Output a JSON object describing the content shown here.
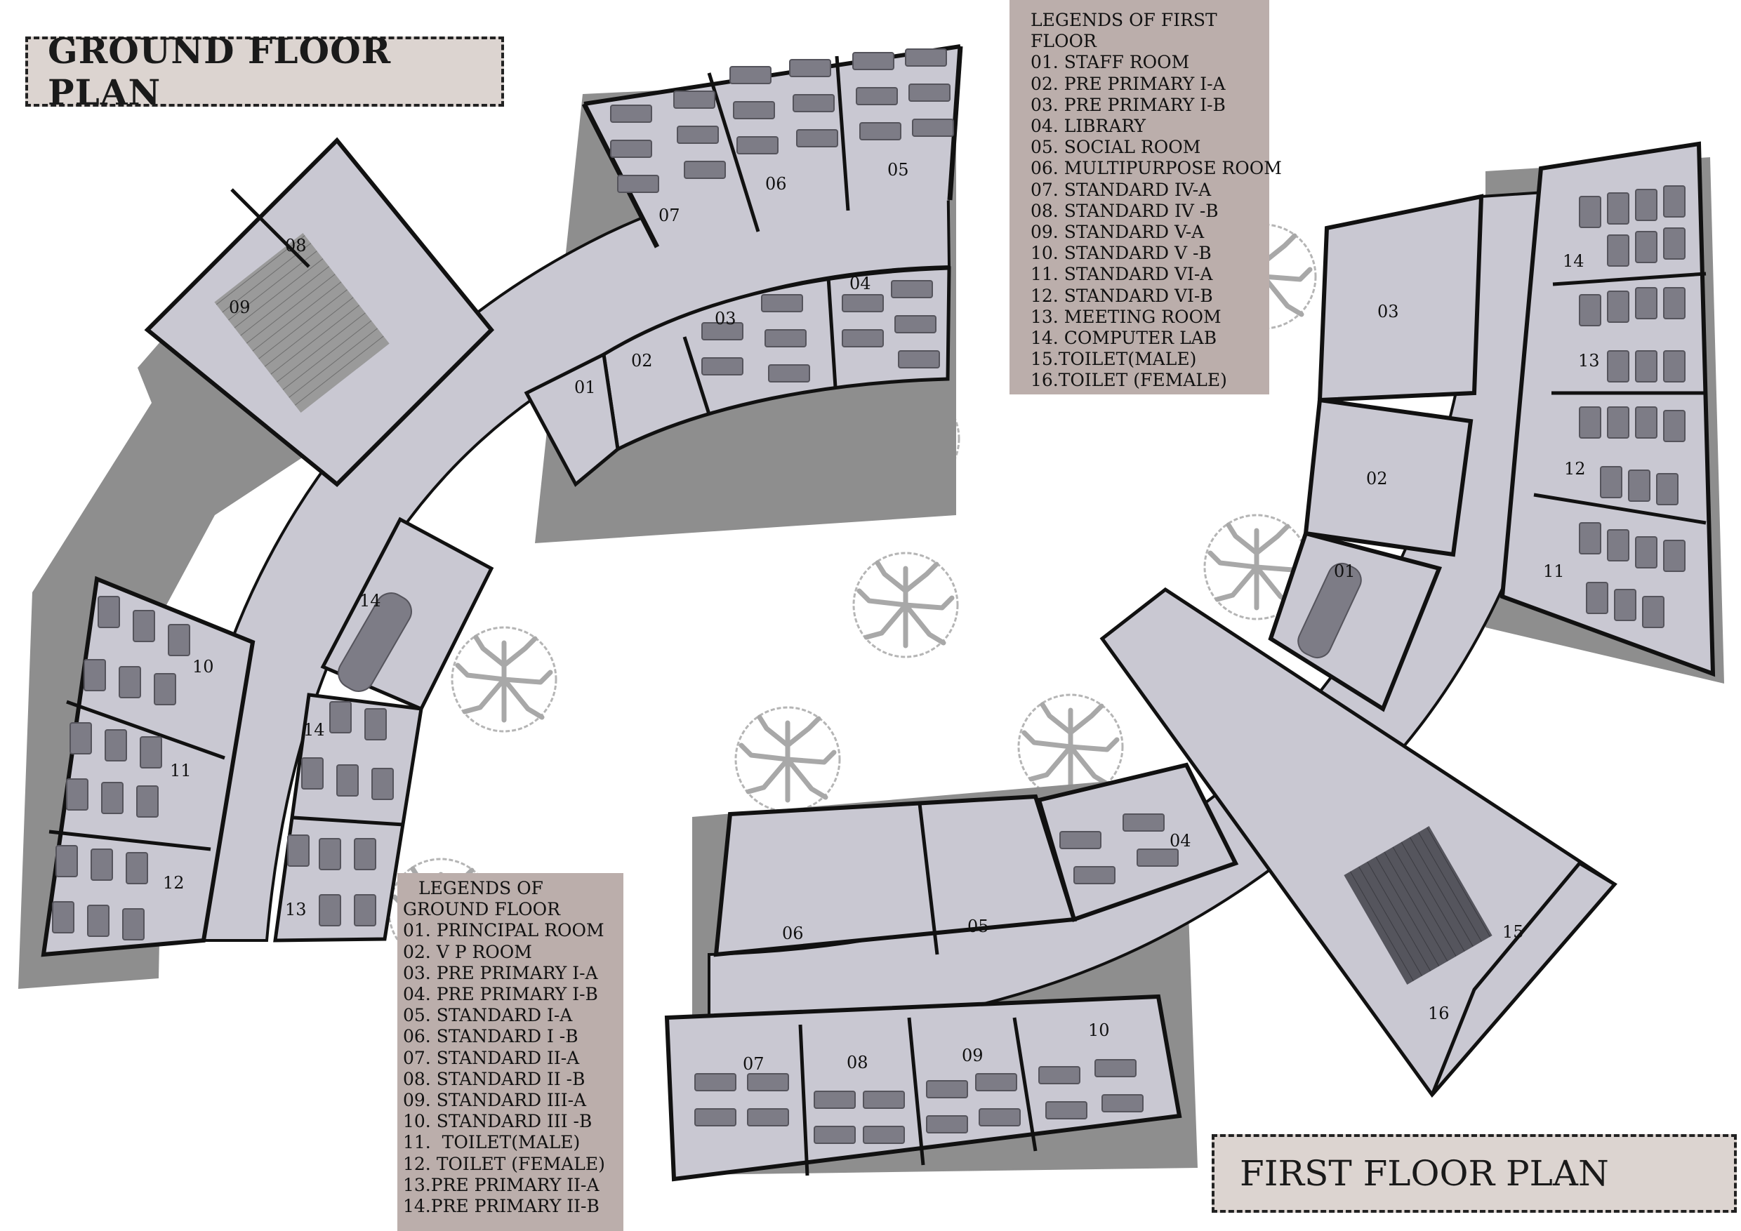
{
  "titles": {
    "ground": "GROUND FLOOR PLAN",
    "first": "FIRST FLOOR PLAN"
  },
  "legend_first": {
    "heading": "LEGENDS OF FIRST FLOOR",
    "items": [
      "01. STAFF ROOM",
      "02. PRE PRIMARY I-A",
      "03. PRE PRIMARY I-B",
      "04. LIBRARY",
      "05. SOCIAL ROOM",
      "06. MULTIPURPOSE ROOM",
      "07. STANDARD IV-A",
      "08. STANDARD IV -B",
      "09. STANDARD V-A",
      "10. STANDARD V -B",
      "11. STANDARD VI-A",
      "12. STANDARD VI-B",
      "13. MEETING ROOM",
      "14. COMPUTER LAB",
      "15.TOILET(MALE)",
      "16.TOILET (FEMALE)"
    ]
  },
  "legend_ground": {
    "heading_line1": "LEGENDS OF",
    "heading_line2": "GROUND FLOOR",
    "items": [
      "01. PRINCIPAL ROOM",
      "02. V P ROOM",
      "03. PRE PRIMARY I-A",
      "04. PRE PRIMARY I-B",
      "05. STANDARD I-A",
      "06. STANDARD I -B",
      "07. STANDARD II-A",
      "08. STANDARD II -B",
      "09. STANDARD III-A",
      "10. STANDARD III -B",
      "11.  TOILET(MALE)",
      "12. TOILET (FEMALE)",
      "13.PRE PRIMARY II-A",
      "14.PRE PRIMARY II-B"
    ]
  },
  "ground_rooms": {
    "r01": "01",
    "r02": "02",
    "r03": "03",
    "r04": "04",
    "r05": "05",
    "r06": "06",
    "r07": "07",
    "r08": "08",
    "r09": "09",
    "r10": "10",
    "r11": "11",
    "r12": "12",
    "r13": "13",
    "r14a": "14",
    "r14b": "14"
  },
  "first_rooms": {
    "r01": "01",
    "r02": "02",
    "r03": "03",
    "r04": "04",
    "r05": "05",
    "r06": "06",
    "r07": "07",
    "r08": "08",
    "r09": "09",
    "r10": "10",
    "r11": "11",
    "r12": "12",
    "r13": "13",
    "r14": "14",
    "r15": "15",
    "r16": "16"
  },
  "colors": {
    "floor": "#c9c8d2",
    "wall": "#111111",
    "shadow": "#8e8e8e",
    "furniture": "#7d7c86",
    "legend_bg": "#bbaeab",
    "title_bg": "#dcd4d0"
  }
}
